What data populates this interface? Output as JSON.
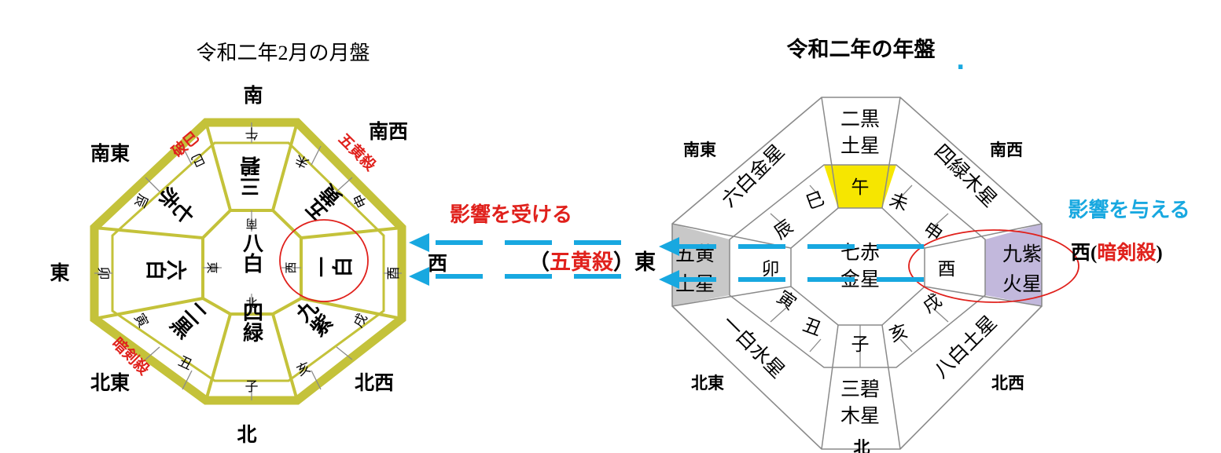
{
  "colors": {
    "olive": "#c4c23a",
    "red_text": "#e0211c",
    "arrow_blue": "#18a8e0",
    "yellow_cell": "#f6e600",
    "gray_cell": "#c8c8c8",
    "purple_cell": "#c2b8dc",
    "line_gray": "#8a8a8a"
  },
  "left_chart": {
    "title": "令和二年2月の月盤",
    "directions": {
      "s": "南",
      "se": "南東",
      "sw": "南西",
      "e": "東",
      "w": "西",
      "ne": "北東",
      "nw": "北西",
      "n": "北"
    },
    "center_star": "八白",
    "inner_dirs": {
      "s": "南",
      "e": "東",
      "w": "西",
      "n": "北"
    },
    "stars": {
      "s": "三碧",
      "se": "七赤",
      "sw": "五黄",
      "e": "六白",
      "w": "一白",
      "ne": "二黒",
      "nw": "九紫",
      "n": "四緑"
    },
    "zodiac": {
      "s": "午",
      "sw_a": "未",
      "sw_b": "申",
      "w": "酉",
      "nw_a": "戌",
      "nw_b": "亥",
      "n": "子",
      "ne_a": "丑",
      "ne_b": "寅",
      "e": "卯",
      "se_a": "辰",
      "se_b": "巳"
    },
    "red_labels": {
      "se": "破巳",
      "sw": "五黄殺",
      "ne": "暗剣殺"
    }
  },
  "right_chart": {
    "title": "令和二年の年盤",
    "dot": ".",
    "directions": {
      "se": "南東",
      "sw": "南西",
      "ne": "北東",
      "nw": "北西",
      "n": "北"
    },
    "center": [
      "七赤",
      "金星"
    ],
    "stars": {
      "s": [
        "二黒",
        "土星"
      ],
      "se": "六白金星",
      "sw": "四緑木星",
      "e": [
        "五黄",
        "土星"
      ],
      "w": [
        "九紫",
        "火星"
      ],
      "ne": "一白水星",
      "nw": "八白土星",
      "n": [
        "三碧",
        "木星"
      ]
    },
    "zodiac": {
      "s": "午",
      "sw_a": "未",
      "sw_b": "申",
      "w": "酉",
      "nw_a": "戌",
      "nw_b": "亥",
      "n": "子",
      "ne_a": "丑",
      "ne_b": "寅",
      "e": "卯",
      "se_a": "辰",
      "se_b": "巳"
    }
  },
  "annotations": {
    "receive": "影響を受ける",
    "give": "影響を与える",
    "west_left": "西",
    "east_open": "（",
    "east_red": "五黄殺",
    "east_close": "）東",
    "west_right_pre": "西(",
    "west_right_red": "暗剣殺",
    "west_right_post": ")"
  }
}
